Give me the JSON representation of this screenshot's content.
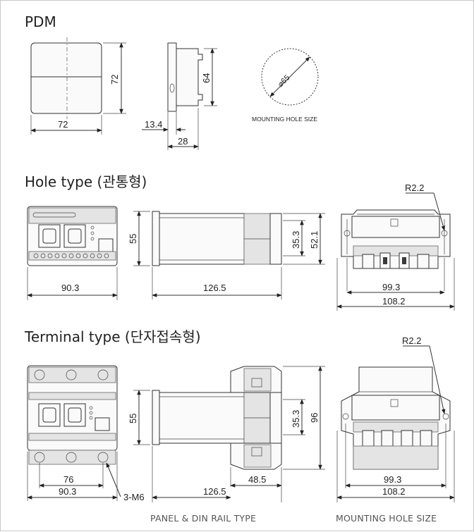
{
  "sections": {
    "pdm": {
      "title": "PDM",
      "dims": {
        "front_w": "72",
        "front_h": "72",
        "side_h": "64",
        "side_a": "13.4",
        "side_b": "28"
      },
      "hole": {
        "diameter": "⌀65",
        "caption": "MOUNTING HOLE SIZE"
      }
    },
    "hole": {
      "title": "Hole type (관통형)",
      "dims": {
        "front_w": "90.3",
        "side_h": "55",
        "side_w": "126.5",
        "side_h2": "35.3",
        "side_h3": "52.1",
        "mount_r": "R2.2",
        "mount_w1": "99.3",
        "mount_w2": "108.2"
      }
    },
    "terminal": {
      "title": "Terminal type (단자접속형)",
      "dims": {
        "front_w1": "76",
        "front_w2": "90.3",
        "screw": "3-M6",
        "side_h": "55",
        "side_w": "126.5",
        "side_w2": "48.5",
        "side_h2": "35.3",
        "side_h3": "96",
        "mount_r": "R2.2",
        "mount_w1": "99.3",
        "mount_w2": "108.2"
      }
    }
  },
  "captions": {
    "panel": "PANEL & DIN RAIL TYPE",
    "mount": "MOUNTING HOLE SIZE"
  }
}
